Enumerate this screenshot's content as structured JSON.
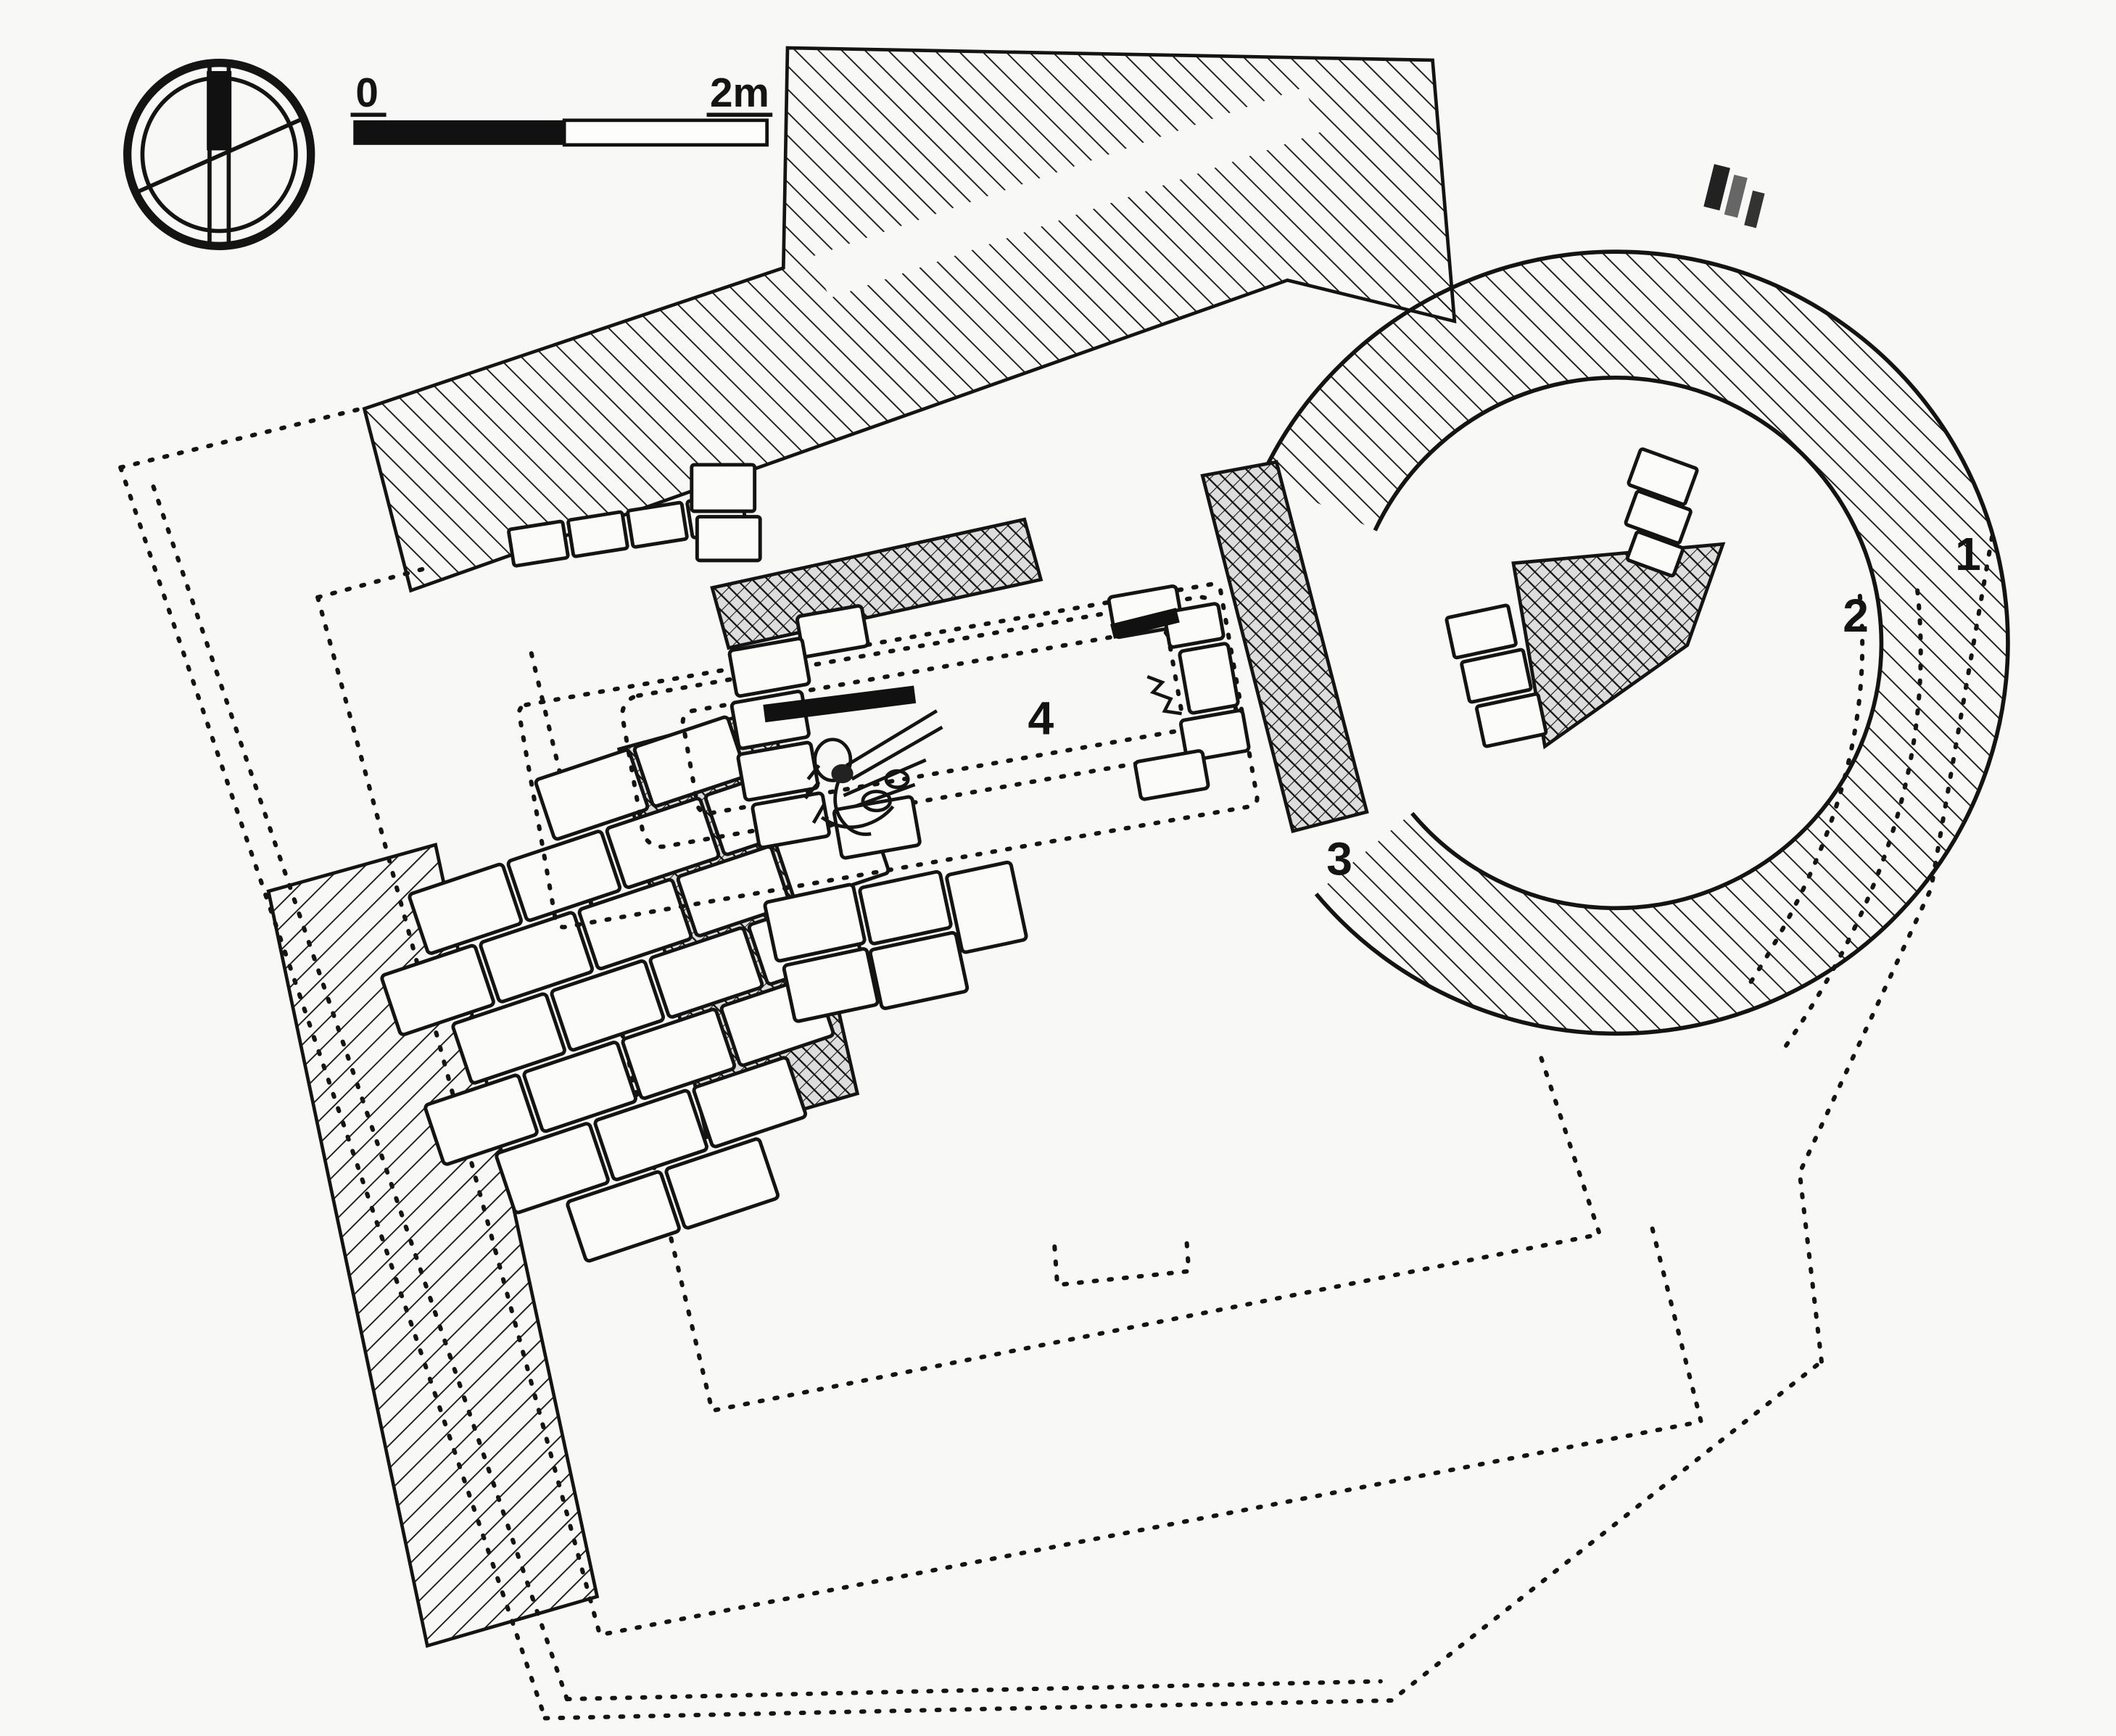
{
  "figure": {
    "kind": "archaeological-site-plan",
    "compass_icon": "north-arrow-compass-icon",
    "scale_bar_icon": "scale-bar"
  },
  "scale_bar": {
    "zero_label": "0",
    "end_label": "2m"
  },
  "feature_labels": [
    {
      "text": "1"
    },
    {
      "text": "2"
    },
    {
      "text": "3"
    },
    {
      "text": "4"
    }
  ],
  "colors": {
    "ink": "#141414",
    "paper": "#f8f8f6",
    "solid_black": "#111111"
  }
}
